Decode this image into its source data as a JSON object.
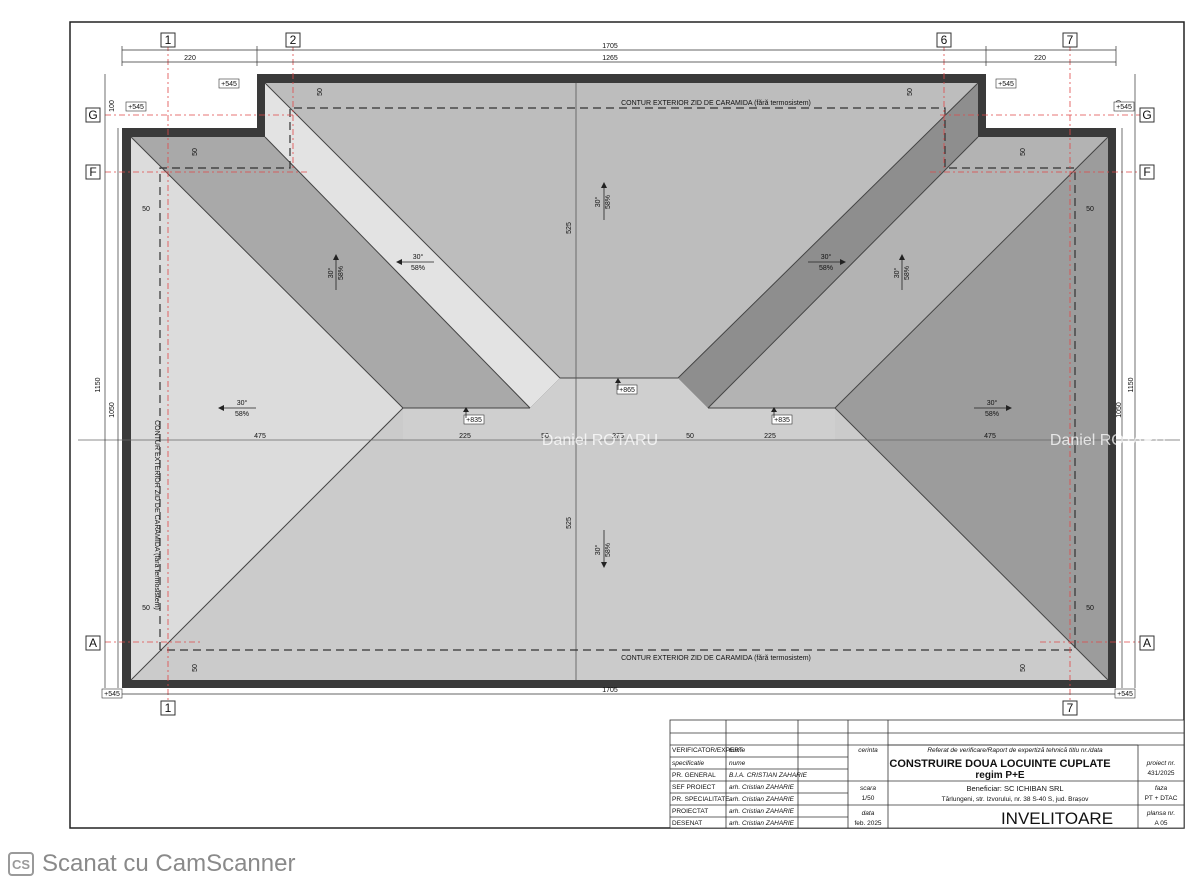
{
  "grid": {
    "columns": [
      "1",
      "2",
      "6",
      "7"
    ],
    "rows": [
      "G",
      "F",
      "A"
    ]
  },
  "dimensions": {
    "top_total": "1705",
    "top_left": "220",
    "top_mid": "1265",
    "top_right": "220",
    "bottom_total": "1705",
    "left_outer": "1150",
    "left_inner": "1050",
    "left_top": "100",
    "right_outer": "1150",
    "right_inner": "1050",
    "right_top": "100",
    "ridge_vertical_top": "525",
    "ridge_vertical_bottom": "525",
    "mid_475_left": "475",
    "mid_225_left": "225",
    "mid_50_a": "50",
    "mid_275": "275",
    "mid_50_b": "50",
    "mid_225_right": "225",
    "mid_475_right": "475",
    "offset_50": "50"
  },
  "levels": {
    "eave": "+545",
    "ridge_low": "+835",
    "ridge_high": "+865"
  },
  "labels": {
    "wall_contour": "CONTUR EXTERIOR ZID DE CARAMIDA (fără termosistem)",
    "wall_contour_vertical": "CONTUR EXTERIOR ZID DE CARAMIDA (fără termosistem)"
  },
  "slope": {
    "angle": "30°",
    "percent": "58%"
  },
  "watermark": "Daniel ROTARU",
  "title_block": {
    "rows": [
      {
        "role": "VERIFICATOR/EXPERT",
        "name": "nume"
      },
      {
        "role": "specificatie",
        "name": "nume"
      },
      {
        "role": "PR. GENERAL",
        "name": "B.I.A. CRISTIAN ZAHARIE"
      },
      {
        "role": "SEF PROIECT",
        "name": "arh. Cristian ZAHARIE"
      },
      {
        "role": "PR. SPECIALITATE",
        "name": "arh. Cristian ZAHARIE"
      },
      {
        "role": "PROIECTAT",
        "name": "arh. Cristian ZAHARIE"
      },
      {
        "role": "DESENAT",
        "name": "arh. Cristian ZAHARIE"
      }
    ],
    "cerinta_label": "cerinta",
    "cerinta_text": "Referat de verificare/Raport de expertiză tehnică titlu nr./data",
    "project_title": "CONSTRUIRE DOUA LOCUINTE CUPLATE",
    "project_subtitle": "regim P+E",
    "proiect_label": "proiect nr.",
    "proiect_value": "431/2025",
    "scara_label": "scara",
    "scara_value": "1/50",
    "beneficiar": "Beneficiar: SC ICHIBAN SRL",
    "address": "Tărlungeni, str. Izvorului, nr. 38 S-40 S, jud. Brașov",
    "faza_label": "faza",
    "faza_value": "PT + DTAC",
    "data_label": "data",
    "data_value": "feb. 2025",
    "plan_title": "INVELITOARE",
    "plansa_label": "plansa nr.",
    "plansa_value": "A 05"
  },
  "scanner": {
    "logo": "CS",
    "text": "Scanat cu CamScanner"
  }
}
